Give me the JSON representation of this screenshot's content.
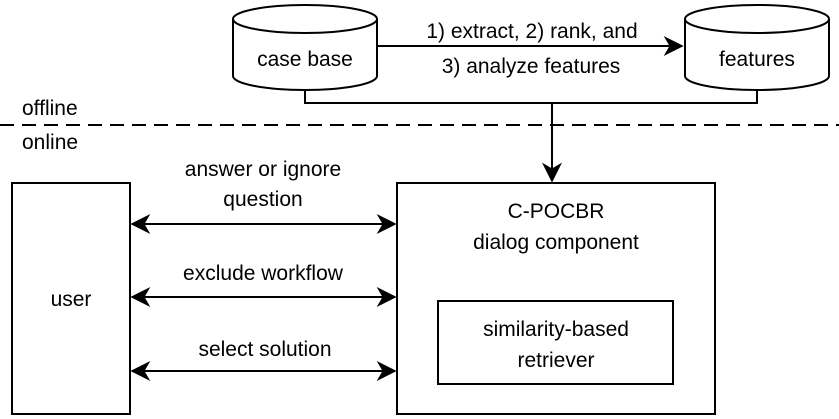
{
  "nodes": {
    "case_base": "case base",
    "features": "features",
    "user": "user",
    "dialog_title": "C-POCBR",
    "dialog_subtitle": "dialog component",
    "retriever_line1": "similarity-based",
    "retriever_line2": "retriever"
  },
  "edges": {
    "extract_line1": "1) extract, 2) rank, and",
    "extract_line2": "3) analyze features",
    "answer_line1": "answer or ignore",
    "answer_line2": "question",
    "exclude": "exclude workflow",
    "select": "select solution"
  },
  "zones": {
    "offline": "offline",
    "online": "online"
  }
}
